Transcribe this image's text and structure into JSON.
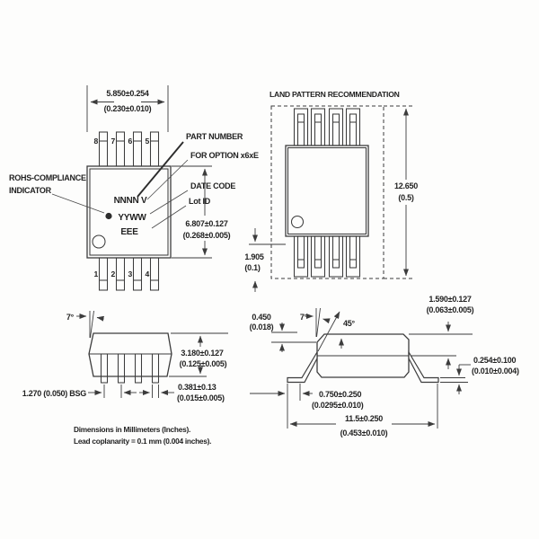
{
  "colors": {
    "line": "#3c3c3c",
    "text": "#222222",
    "background": "#fdfdfc"
  },
  "top_view": {
    "width_mm": "5.850±0.254",
    "width_in": "(0.230±0.010)",
    "height_mm": "6.807±0.127",
    "height_in": "(0.268±0.005)",
    "marking": {
      "line1": "NNNN V",
      "line2": "YYWW",
      "line3": "EEE"
    },
    "pins_top": [
      "8",
      "7",
      "6",
      "5"
    ],
    "pins_bottom": [
      "1",
      "2",
      "3",
      "4"
    ],
    "rohs_label_1": "ROHS-COMPLIANCE",
    "rohs_label_2": "INDICATOR",
    "part_number_label": "PART NUMBER",
    "option_label": "FOR OPTION x6xE",
    "date_code_label": "DATE CODE",
    "lot_id_label": "Lot ID"
  },
  "land_pattern": {
    "title": "LAND PATTERN RECOMMENDATION",
    "height_mm": "12.650",
    "height_in": "(0.5)",
    "pad_ext_mm": "1.905",
    "pad_ext_in": "(0.1)"
  },
  "side_view": {
    "draft_angle": "7°",
    "body_height_mm": "3.180±0.127",
    "body_height_in": "(0.125±0.005)",
    "pitch": "1.270 (0.050) BSG",
    "lead_width_mm": "0.381±0.13",
    "lead_width_in": "(0.015±0.005)"
  },
  "end_view": {
    "chamfer_mm": "0.450",
    "chamfer_in": "(0.018)",
    "draft_angle": "7°",
    "chamfer_angle": "45°",
    "top_to_lead_mm": "1.590±0.127",
    "top_to_lead_in": "(0.063±0.005)",
    "lead_thick_mm": "0.254±0.100",
    "lead_thick_in": "(0.010±0.004)",
    "foot_mm": "0.750±0.250",
    "foot_in": "(0.0295±0.010)",
    "overall_mm": "11.5±0.250",
    "overall_in": "(0.453±0.010)"
  },
  "notes": {
    "line1": "Dimensions in Millimeters (Inches).",
    "line2": "Lead coplanarity = 0.1 mm (0.004 inches)."
  }
}
